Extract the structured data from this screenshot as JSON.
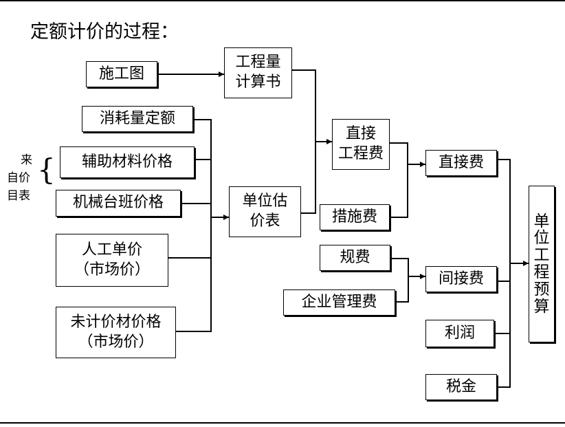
{
  "title": "定额计价的过程：",
  "side_labels": [
    "来",
    "自价",
    "目表"
  ],
  "nodes": {
    "construction_drawing": [
      "施工图"
    ],
    "quantity_book": [
      "工程量",
      "计算书"
    ],
    "consumption_quota": [
      "消耗量定额"
    ],
    "aux_material_price": [
      "辅助材料价格"
    ],
    "machine_shift_price": [
      "机械台班价格"
    ],
    "labor_unit_price": [
      "人工单价",
      "（市场价）"
    ],
    "unpriced_material_price": [
      "未计价材价格",
      "（市场价）"
    ],
    "unit_price_table": [
      "单位估",
      "价表"
    ],
    "direct_project_cost": [
      "直接",
      "工程费"
    ],
    "measures_cost": [
      "措施费"
    ],
    "direct_cost": [
      "直接费"
    ],
    "fees": [
      "规费"
    ],
    "enterprise_mgmt_fee": [
      "企业管理费"
    ],
    "indirect_cost": [
      "间接费"
    ],
    "profit": [
      "利润"
    ],
    "tax": [
      "税金"
    ],
    "unit_project_budget": [
      "单",
      "位",
      "工",
      "程",
      "预",
      "算"
    ]
  }
}
